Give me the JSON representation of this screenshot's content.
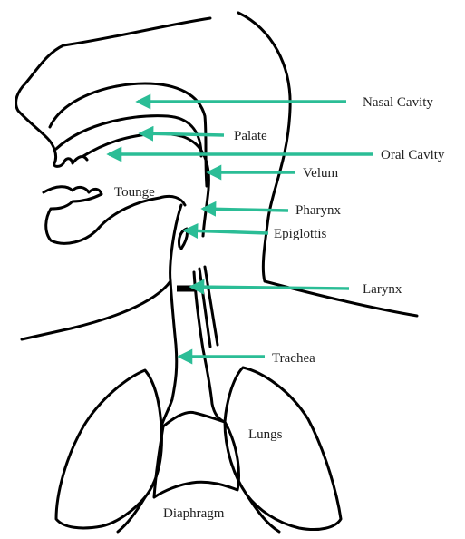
{
  "colors": {
    "outline": "#000000",
    "arrow": "#2bbd96",
    "label": "#222222",
    "background": "#ffffff"
  },
  "labels": {
    "nasal_cavity": "Nasal Cavity",
    "palate": "Palate",
    "oral_cavity": "Oral Cavity",
    "velum": "Velum",
    "tounge": "Tounge",
    "pharynx": "Pharynx",
    "epiglottis": "Epiglottis",
    "larynx": "Larynx",
    "trachea": "Trachea",
    "lungs": "Lungs",
    "diaphragm": "Diaphragm"
  }
}
